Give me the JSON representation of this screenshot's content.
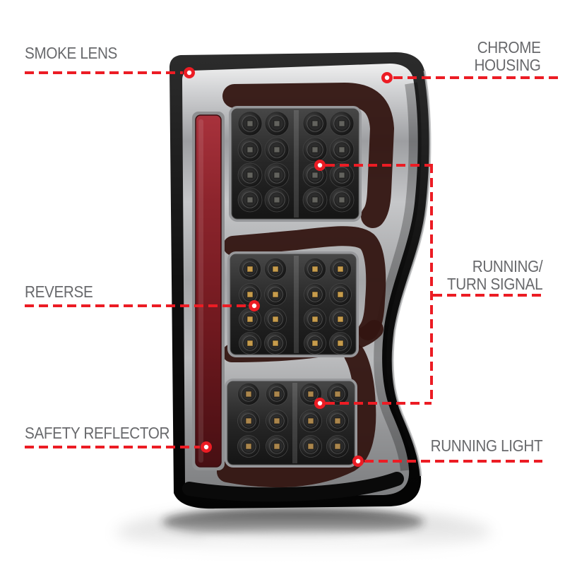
{
  "diagram": {
    "subject": "LED tail light with smoke lens and chrome housing",
    "accent_color": "#ec1c24",
    "label_color": "#68696c",
    "callouts": {
      "smoke_lens": {
        "lines": [
          "SMOKE LENS"
        ]
      },
      "chrome_housing": {
        "lines": [
          "CHROME",
          "HOUSING"
        ]
      },
      "reverse": {
        "lines": [
          "REVERSE"
        ]
      },
      "running_turn_signal": {
        "lines": [
          "RUNNING/",
          "TURN SIGNAL"
        ]
      },
      "safety_reflector": {
        "lines": [
          "SAFETY REFLECTOR"
        ]
      },
      "running_light": {
        "lines": [
          "RUNNING LIGHT"
        ]
      }
    }
  }
}
